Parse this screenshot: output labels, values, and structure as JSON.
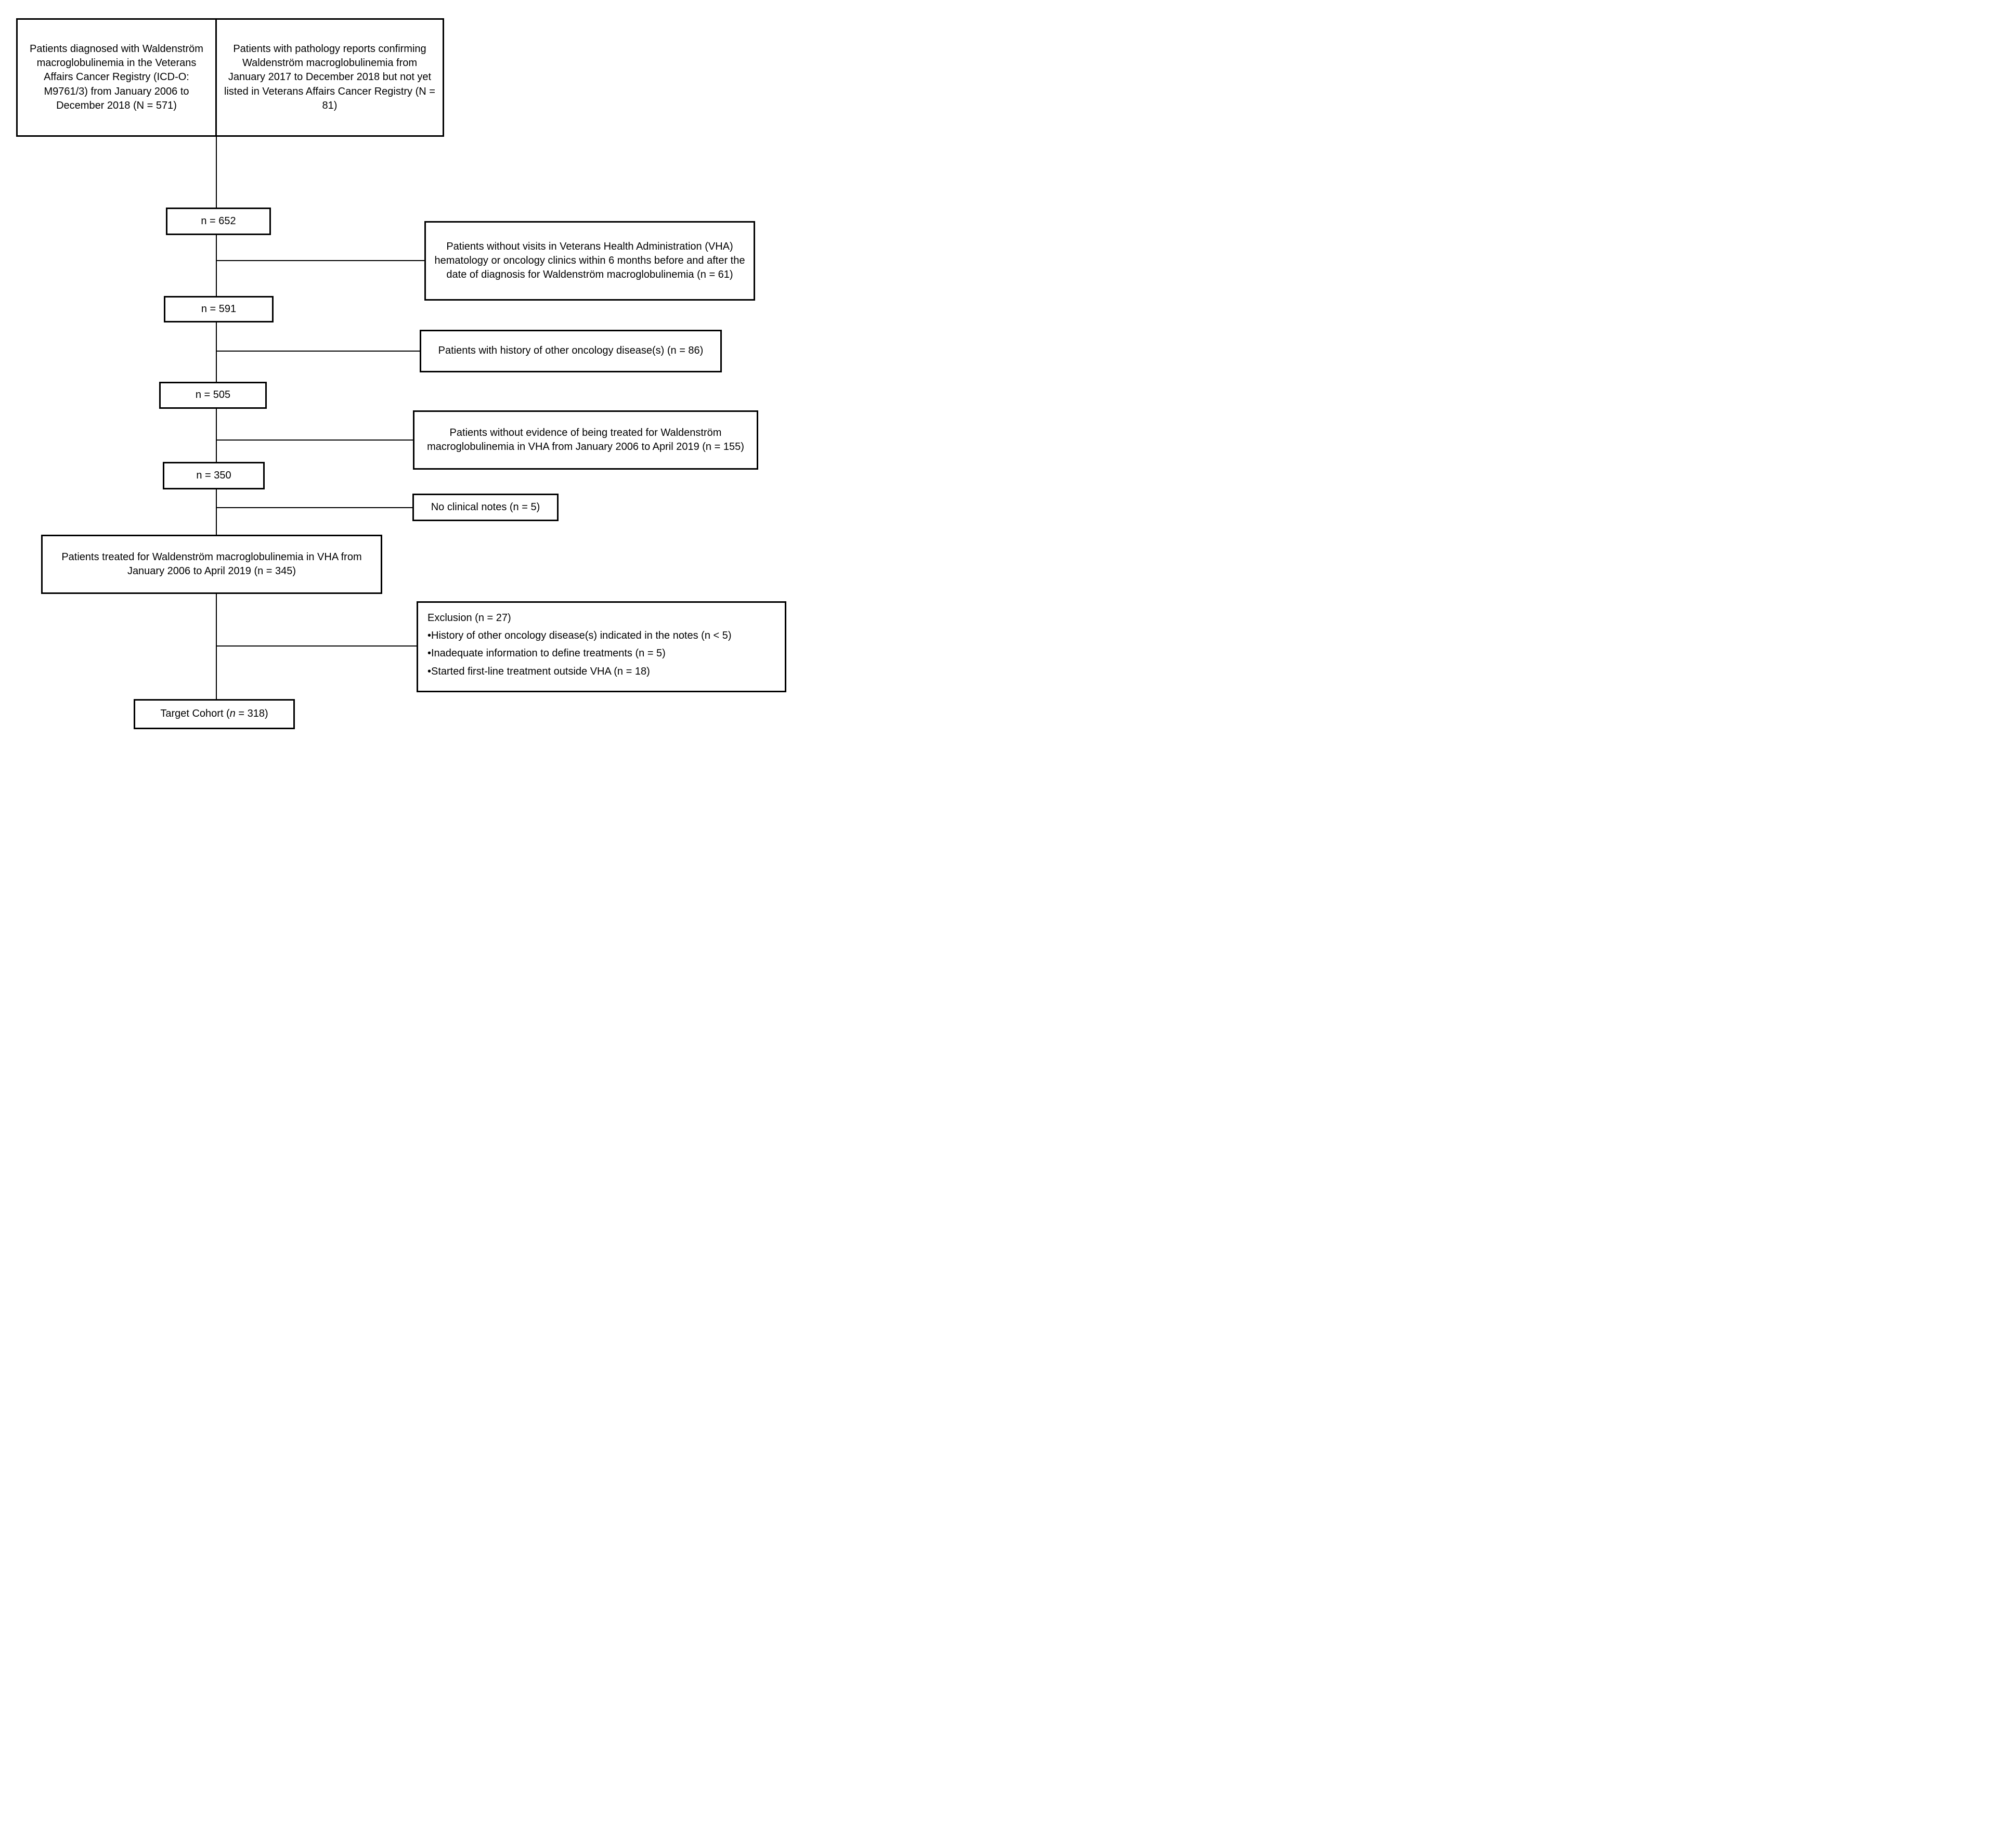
{
  "diagram": {
    "top": {
      "left_cell": "Patients diagnosed with Waldenström macroglobulinemia in the Veterans Affairs Cancer Registry (ICD-O: M9761/3) from January 2006 to December 2018 (N = 571)",
      "right_cell": "Patients with pathology reports confirming Waldenström macroglobulinemia from January 2017 to December 2018 but not yet listed in Veterans Affairs Cancer Registry (N = 81)"
    },
    "counts": [
      "n = 652",
      "n = 591",
      "n = 505",
      "n = 350"
    ],
    "side": {
      "no_visits": "Patients without visits in Veterans Health Administration (VHA) hematology or oncology clinics within 6 months before and after the date of diagnosis for Waldenström macroglobulinemia (n = 61)",
      "history": "Patients with history of other oncology disease(s) (n = 86)",
      "no_treatment_evidence": "Patients without evidence of being treated for Waldenström macroglobulinemia in VHA from January 2006 to April 2019 (n = 155)",
      "no_notes": "No clinical notes (n = 5)",
      "exclusion_title": "Exclusion (n = 27)",
      "exclusion_items": [
        "•History of other oncology disease(s) indicated in the notes (n < 5)",
        "•Inadequate information to define treatments (n = 5)",
        "•Started first-line treatment outside VHA (n = 18)"
      ]
    },
    "treated": "Patients treated for Waldenström macroglobulinemia in VHA from January 2006 to April 2019 (n = 345)",
    "target": {
      "pre": "Target Cohort (",
      "n": "n",
      "post": " = 318)"
    }
  },
  "colors": {
    "line": "#000000",
    "background": "#ffffff",
    "box_fill": "#ffffff",
    "text": "#000000"
  }
}
